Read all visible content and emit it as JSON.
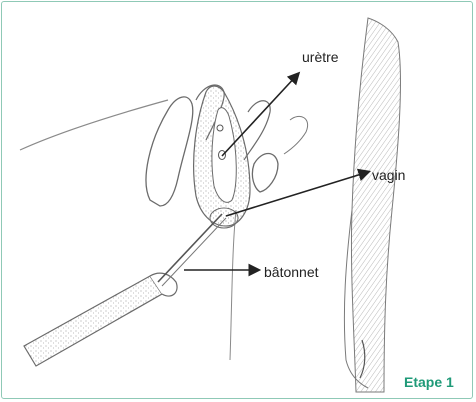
{
  "labels": {
    "uretre": "urètre",
    "vagin": "vagin",
    "batonnet": "bâtonnet"
  },
  "step_label": "Etape 1",
  "colors": {
    "frame_border": "#8fc9b6",
    "step_text": "#1f9a78",
    "drawing_stroke": "#6b6b6b",
    "arrow": "#222222"
  }
}
